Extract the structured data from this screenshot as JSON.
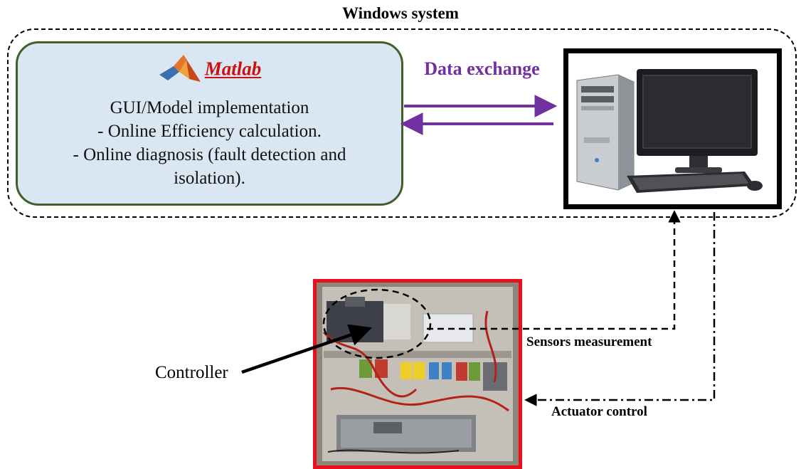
{
  "windows_system_title": "Windows system",
  "matlab": {
    "name": "Matlab",
    "lines": [
      "GUI/Model implementation",
      "-   Online Efficiency calculation.",
      "- Online diagnosis (fault detection and",
      "isolation)."
    ]
  },
  "data_exchange_label": "Data exchange",
  "sensors_label": "Sensors measurement",
  "actuator_label": "Actuator control",
  "controller_label": "Controller",
  "colors": {
    "data_exchange": "#7030a0",
    "matlab_name": "#cc1010",
    "matlab_panel_fill": "#dae6f2",
    "matlab_panel_border": "#3f5f2b",
    "cabinet_border": "#e8101a"
  },
  "icons": [
    "matlab-logo-icon",
    "desktop-computer-icon",
    "control-cabinet-photo"
  ]
}
